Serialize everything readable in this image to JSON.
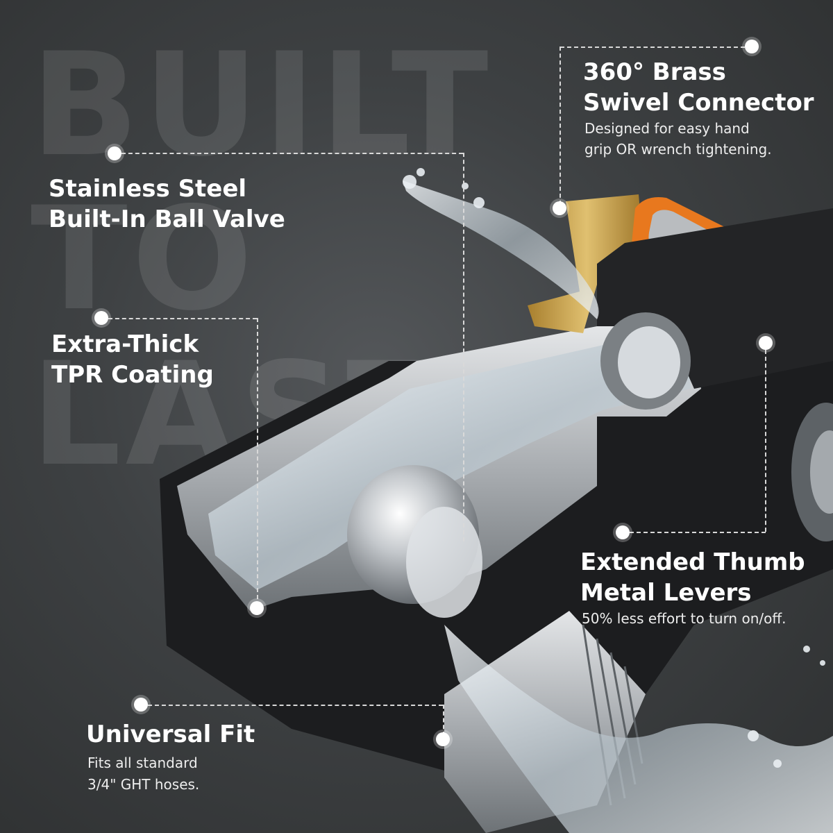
{
  "background_words": [
    "BUILT",
    "TO",
    "LAST"
  ],
  "callouts": {
    "swivel": {
      "title_line1": "360° Brass",
      "title_line2": "Swivel Connector",
      "sub_line1": "Designed for easy hand",
      "sub_line2": "grip OR wrench tightening."
    },
    "ball_valve": {
      "title_line1": "Stainless Steel",
      "title_line2": "Built-In Ball Valve"
    },
    "coating": {
      "title_line1": "Extra-Thick",
      "title_line2": "TPR Coating"
    },
    "levers": {
      "title_line1": "Extended Thumb",
      "title_line2": "Metal Levers",
      "sub_line1": "50% less effort to turn on/off."
    },
    "fit": {
      "title_line1": "Universal Fit",
      "sub_line1": "Fits all standard",
      "sub_line2": "3/4\" GHT hoses."
    }
  },
  "colors": {
    "background": "#3e4143",
    "lever_orange": "#e8781e",
    "brass": "#c9a24a",
    "steel": "#c8cacc"
  }
}
